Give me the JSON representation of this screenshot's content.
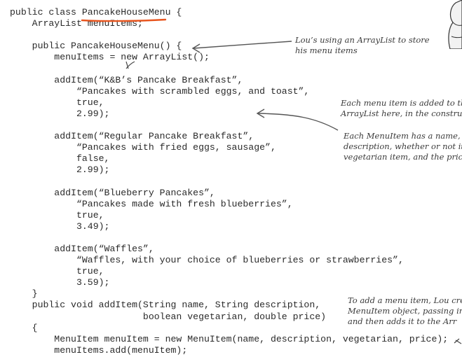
{
  "code_lines": [
    "public class PancakeHouseMenu {",
    "    ArrayList menuItems;",
    "",
    "    public PancakeHouseMenu() {",
    "        menuItems = new ArrayList();",
    "",
    "        addItem(“K&B’s Pancake Breakfast”,",
    "            “Pancakes with scrambled eggs, and toast”,",
    "            true,",
    "            2.99);",
    "",
    "        addItem(“Regular Pancake Breakfast”,",
    "            “Pancakes with fried eggs, sausage”,",
    "            false,",
    "            2.99);",
    "",
    "        addItem(“Blueberry Pancakes”,",
    "            “Pancakes made with fresh blueberries”,",
    "            true,",
    "            3.49);",
    "",
    "        addItem(“Waffles”,",
    "            “Waffles, with your choice of blueberries or strawberries”,",
    "            true,",
    "            3.59);",
    "    }",
    "    public void addItem(String name, String description,",
    "                        boolean vegetarian, double price)",
    "    {",
    "        MenuItem menuItem = new MenuItem(name, description, vegetarian, price);",
    "        menuItems.add(menuItem);"
  ],
  "annotations": {
    "arraylist_note": [
      "Lou’s using an ArrayList to store",
      "his menu items"
    ],
    "added_note": [
      "Each menu item is added to the",
      "ArrayList here, in the construc"
    ],
    "menuitem_note": [
      "Each MenuItem has a name, a",
      "description, whether or not it",
      "vegetarian item, and the price"
    ],
    "additem_note": [
      "To add a menu item, Lou crea",
      "MenuItem object, passing in e",
      "and then adds it to the Arr"
    ]
  },
  "colors": {
    "highlight_underline": "#e8551e",
    "arrow": "#555555"
  }
}
